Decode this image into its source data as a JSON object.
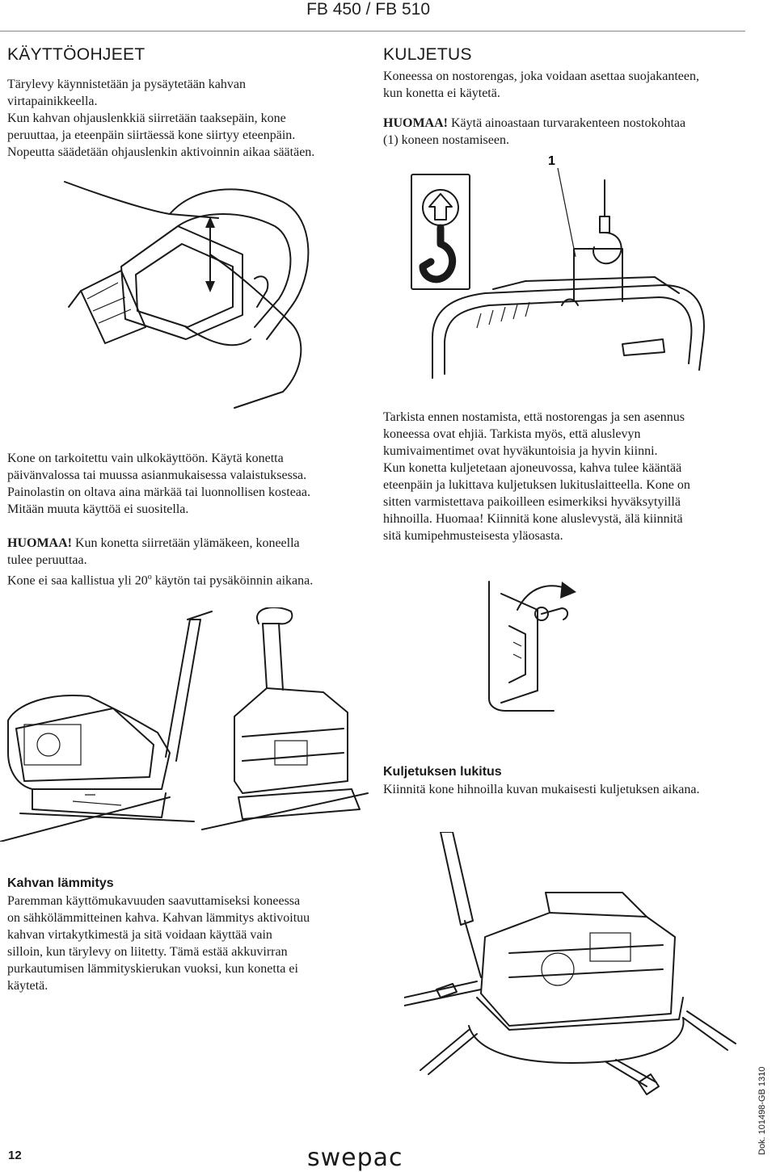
{
  "header": {
    "title": "FB 450 / FB 510"
  },
  "kayttoohjeet": {
    "title": "KÄYTTÖOHJEET",
    "lines": [
      "Tärylevy käynnistetään ja pysäytetään kahvan",
      "virtapainikkeella.",
      "Kun kahvan ohjauslenkkiä siirretään taaksepäin, kone",
      "peruuttaa, ja eteenpäin siirtäessä kone siirtyy eteenpäin.",
      "Nopeutta säädetään ohjauslenkin aktivoinnin aikaa säätäen."
    ]
  },
  "kuljetus": {
    "title": "KULJETUS",
    "lines": [
      "Koneessa on nostorengas, joka voidaan asettaa suojakanteen,",
      "kun konetta ei käytetä."
    ],
    "note_label": "HUOMAA!",
    "note_lines": [
      " Käytä ainoastaan turvarakenteen nostokohtaa",
      "(1) koneen nostamiseen."
    ],
    "figure_callout": "1"
  },
  "usage": {
    "lines": [
      "Kone on tarkoitettu vain ulkokäyttöön. Käytä konetta",
      "päivänvalossa tai muussa asianmukaisessa valaistuksessa.",
      "Painolastin on oltava aina märkää tai luonnollisen kosteaa.",
      "Mitään muuta käyttöä ei suositella."
    ],
    "note_label": "HUOMAA!",
    "note_lines": [
      " Kun konetta siirretään ylämäkeen, koneella",
      "tulee peruuttaa."
    ],
    "slope_prefix": "Kone ei saa kallistua yli 20",
    "slope_sup": "o",
    "slope_suffix": " käytön tai pysäköinnin aikana."
  },
  "check": {
    "lines": [
      "Tarkista ennen nostamista, että nostorengas ja sen asennus",
      "koneessa ovat ehjiä. Tarkista myös, että aluslevyn",
      "kumivaimentimet ovat hyväkuntoisia ja hyvin kiinni.",
      "Kun konetta kuljetetaan ajoneuvossa, kahva tulee kääntää",
      "eteenpäin ja lukittava kuljetuksen lukituslaitteella. Kone on",
      "sitten varmistettava paikoilleen esimerkiksi hyväksytyillä",
      "hihnoilla. Huomaa! Kiinnitä kone aluslevystä, älä kiinnitä",
      "sitä kumipehmusteisesta yläosasta."
    ]
  },
  "transport_lock": {
    "title": "Kuljetuksen lukitus",
    "text": "Kiinnitä kone hihnoilla kuvan mukaisesti kuljetuksen aikana."
  },
  "heating": {
    "title": "Kahvan lämmitys",
    "lines": [
      "Paremman käyttömukavuuden saavuttamiseksi koneessa",
      "on sähkölämmitteinen kahva. Kahvan lämmitys aktivoituu",
      "kahvan virtakytkimestä ja sitä voidaan käyttää vain",
      "silloin, kun tärylevy on liitetty. Tämä estää akkuvirran",
      "purkautumisen lämmityskierukan vuoksi, kun konetta ei",
      "käytetä."
    ]
  },
  "footer": {
    "page_number": "12",
    "logo": "swepac",
    "doc_ref": "Dok. 101498-GB  1310"
  }
}
